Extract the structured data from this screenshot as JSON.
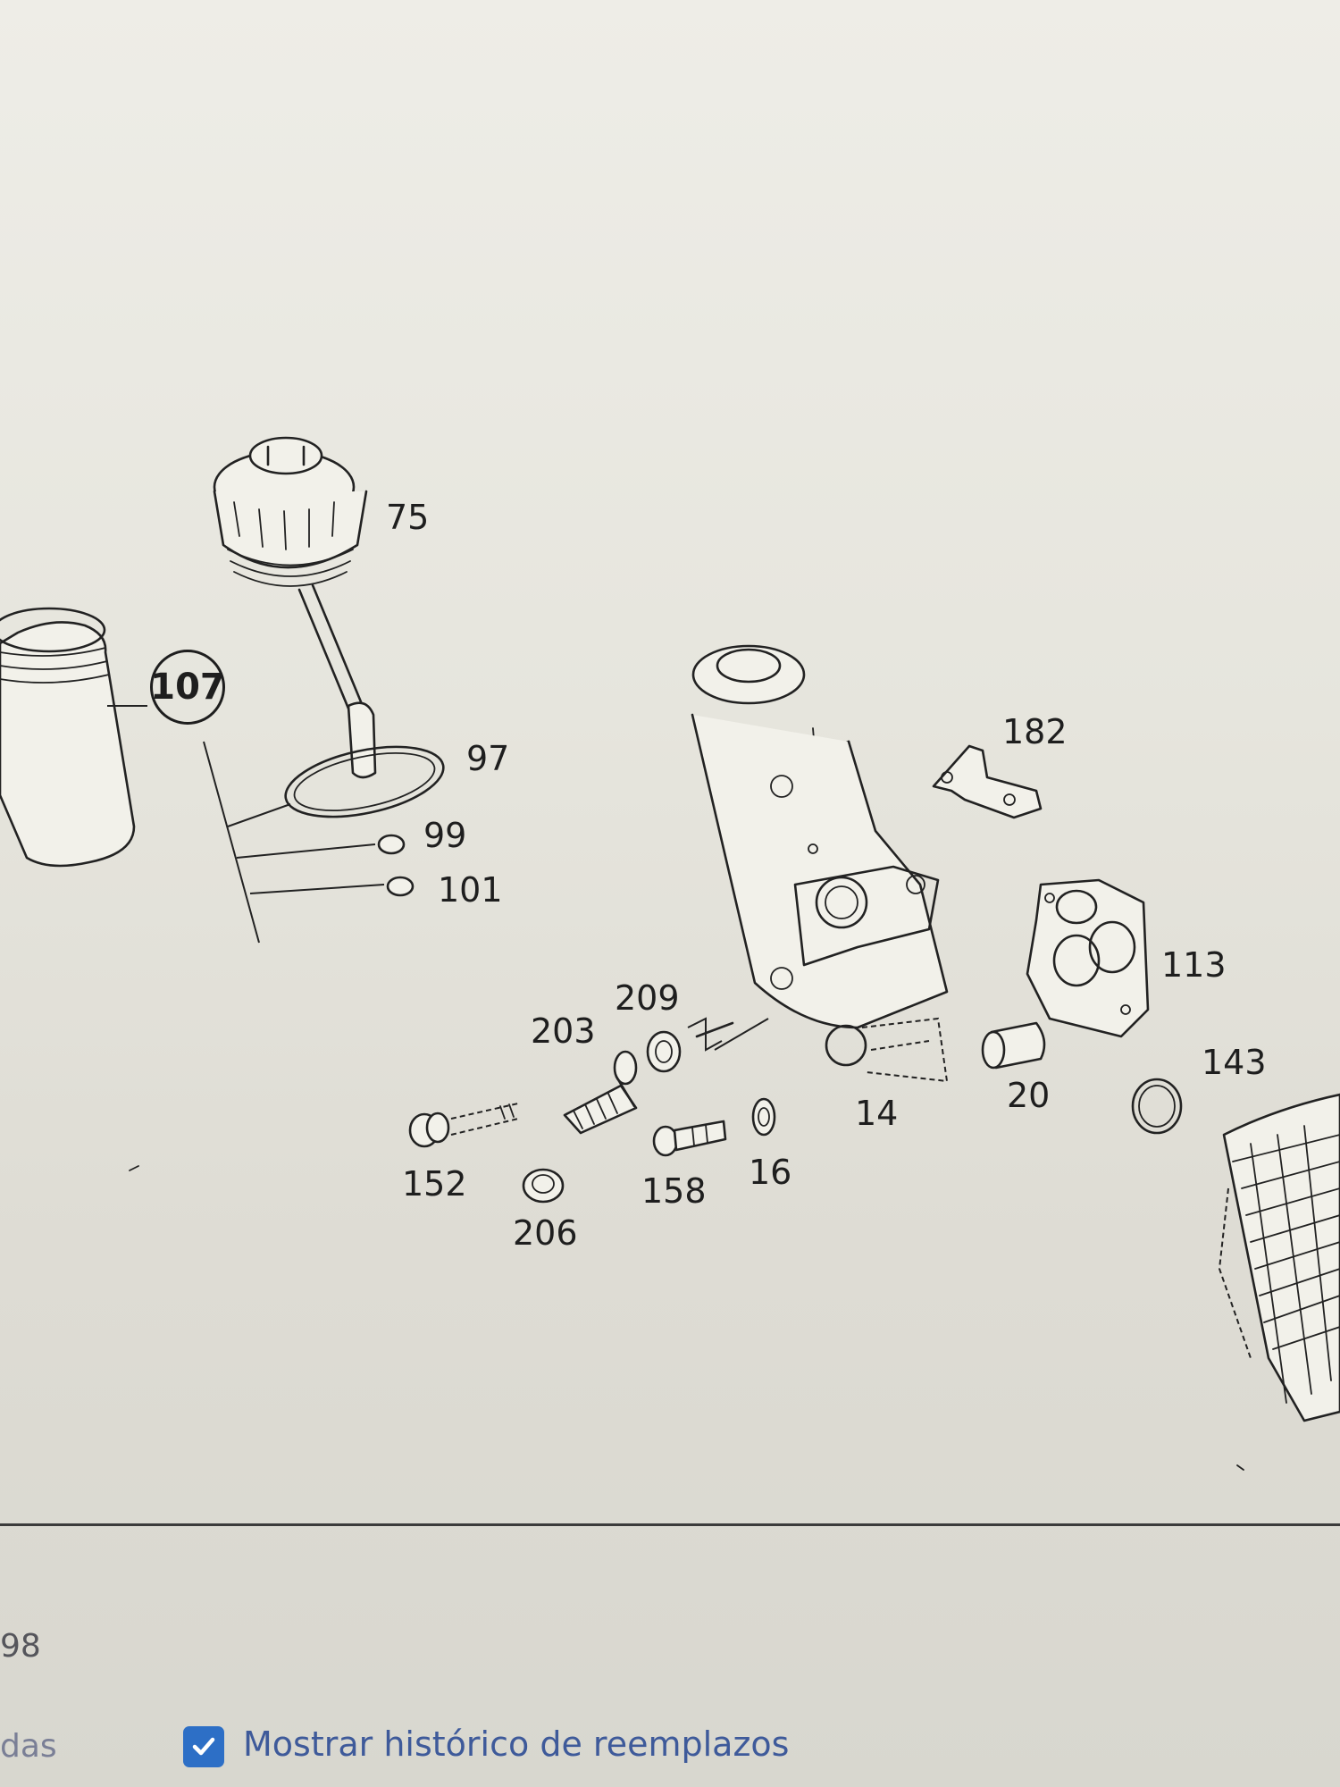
{
  "diagram": {
    "callouts": {
      "c75": "75",
      "c107": "107",
      "c97": "97",
      "c99": "99",
      "c101": "101",
      "c182": "182",
      "c113": "113",
      "c209": "209",
      "c203": "203",
      "c14": "14",
      "c20": "20",
      "c143": "143",
      "c152": "152",
      "c158": "158",
      "c162": "16",
      "c206": "206"
    }
  },
  "footer": {
    "cut_number": "98",
    "cut_text": "das",
    "show_replacement_history": {
      "checked": true,
      "label": "Mostrar histórico de reemplazos"
    }
  },
  "colors": {
    "checkbox": "#2d6fc6",
    "link_text": "#3e5a9a"
  }
}
